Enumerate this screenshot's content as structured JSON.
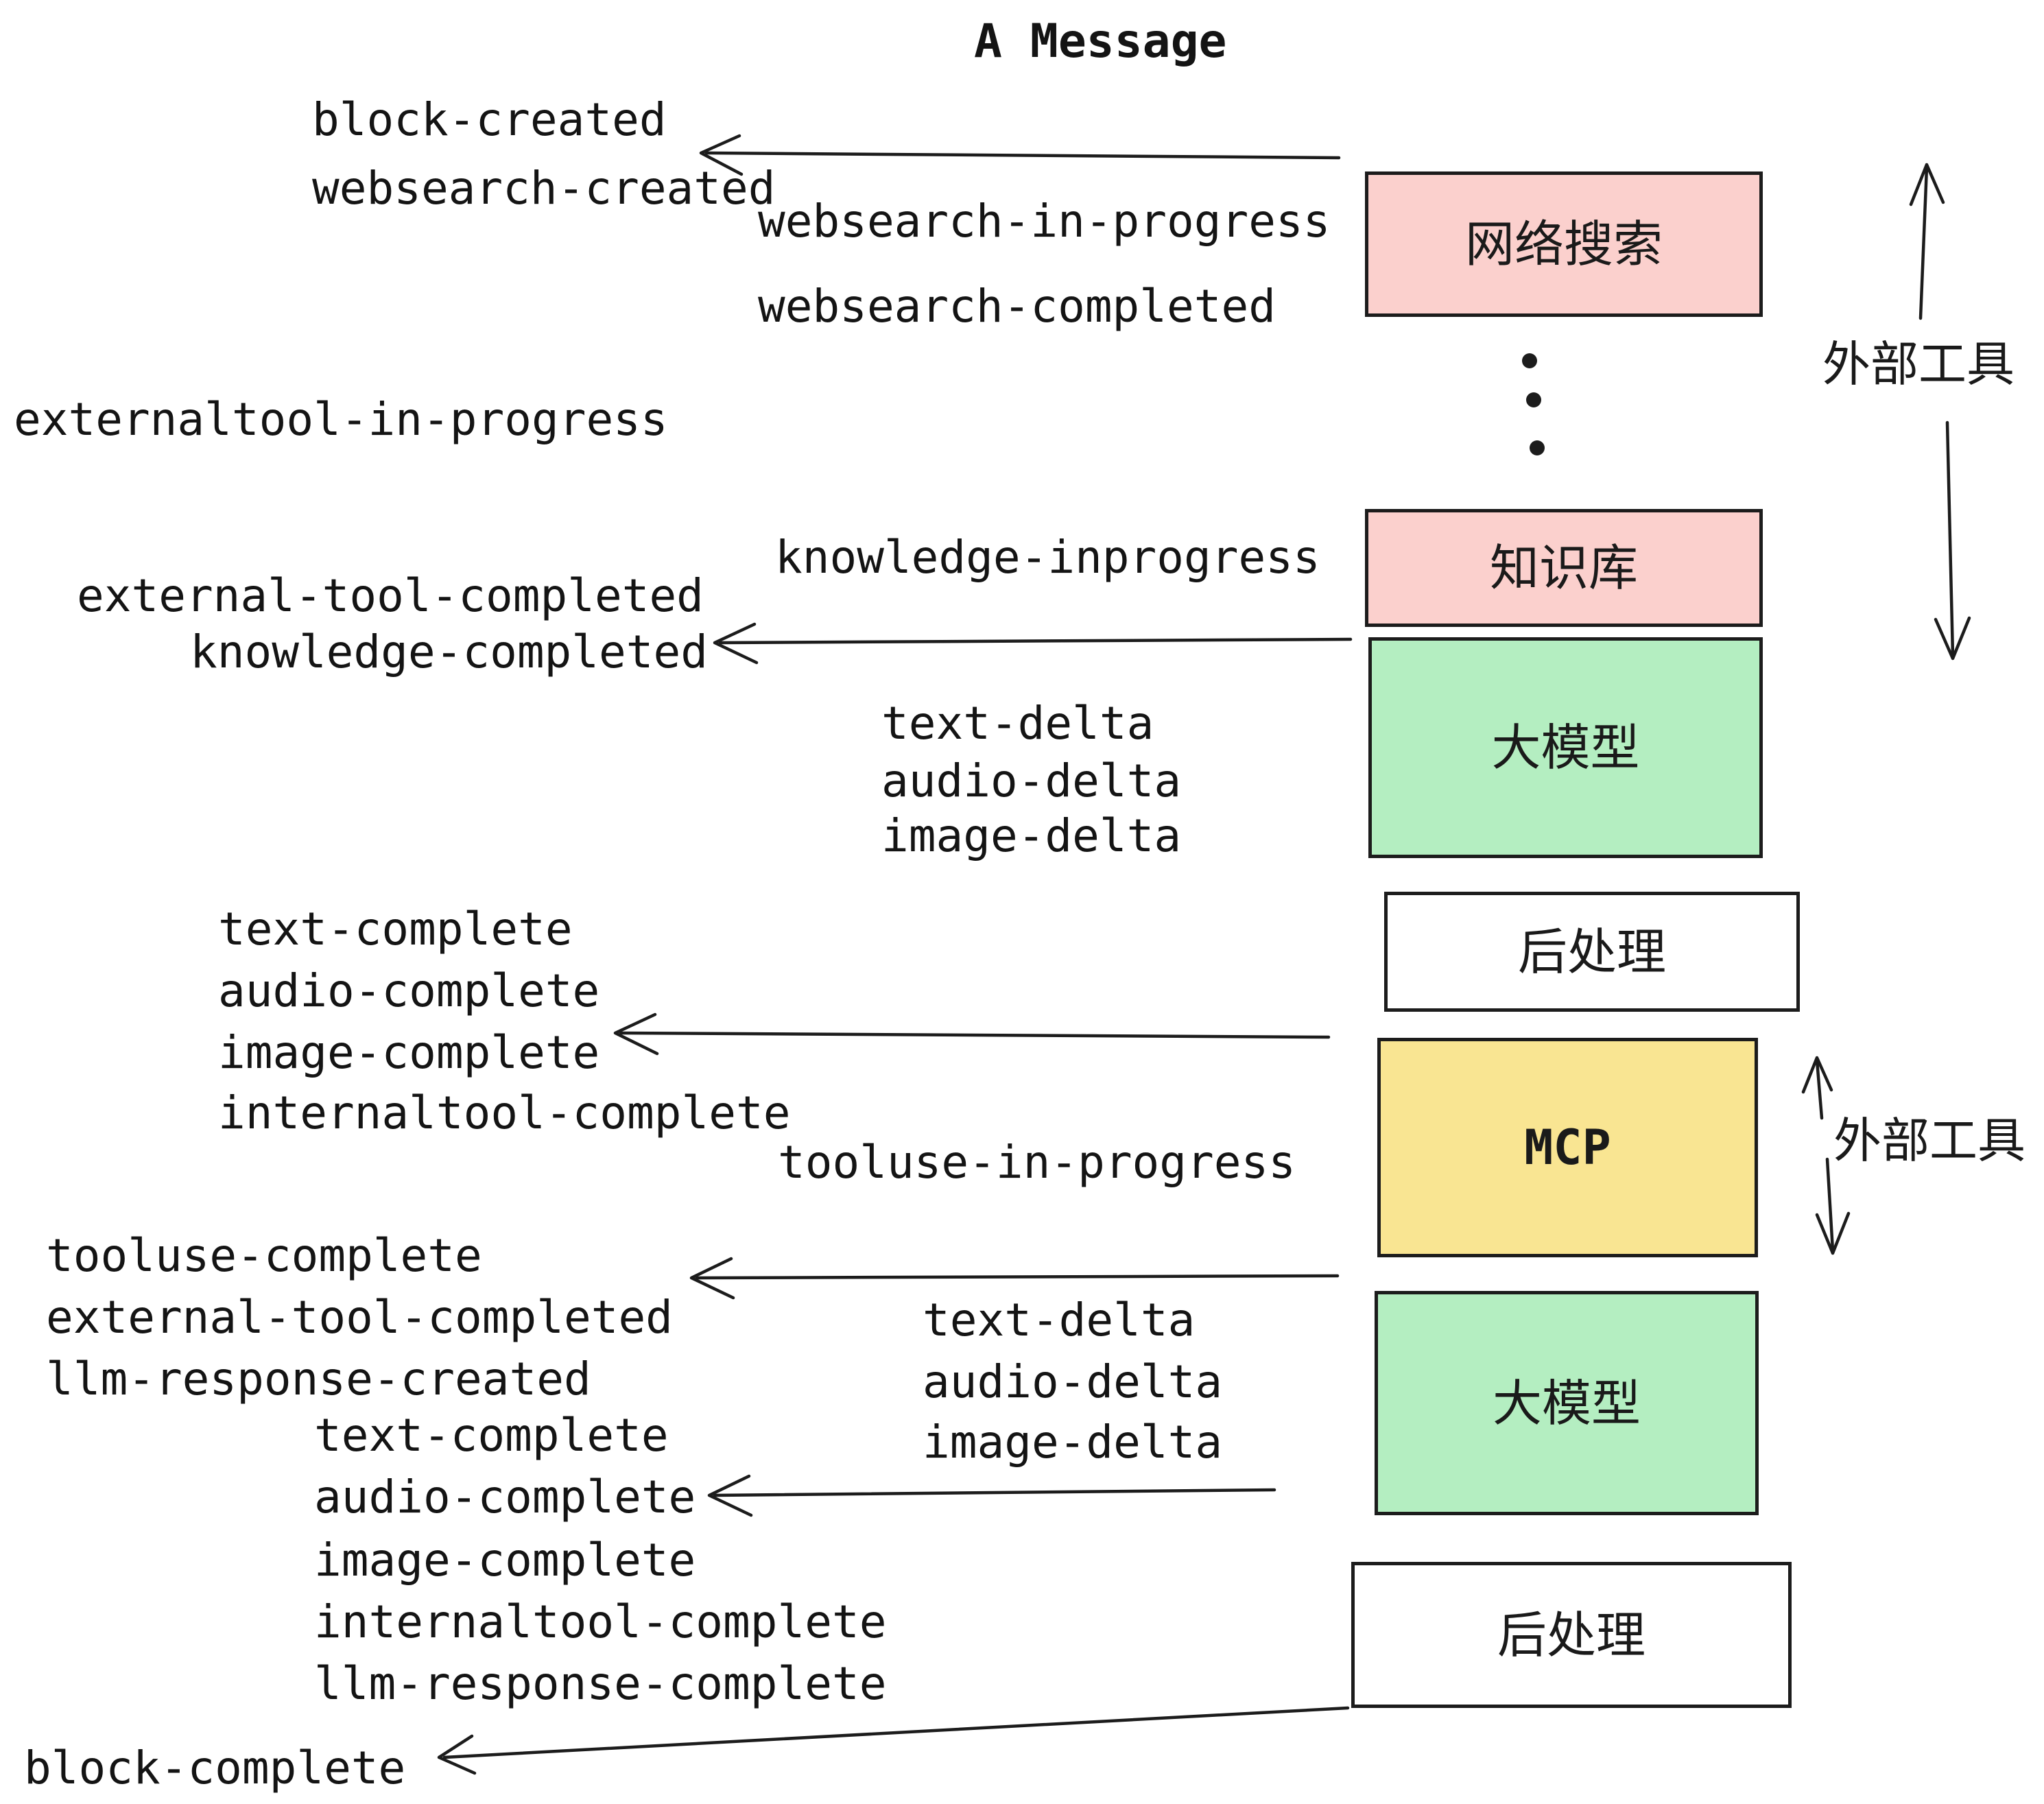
{
  "diagram": {
    "title": "A Message",
    "event_labels": [
      {
        "id": "block-created",
        "text": "block-created"
      },
      {
        "id": "websearch-created",
        "text": "websearch-created"
      },
      {
        "id": "websearch-in-progress",
        "text": "websearch-in-progress"
      },
      {
        "id": "websearch-completed",
        "text": "websearch-completed"
      },
      {
        "id": "externaltool-in-progress",
        "text": "externaltool-in-progress"
      },
      {
        "id": "knowledge-inprogress",
        "text": "knowledge-inprogress"
      },
      {
        "id": "external-tool-completed-1",
        "text": "external-tool-completed"
      },
      {
        "id": "knowledge-completed",
        "text": "knowledge-completed"
      },
      {
        "id": "text-delta-1",
        "text": "text-delta"
      },
      {
        "id": "audio-delta-1",
        "text": "audio-delta"
      },
      {
        "id": "image-delta-1",
        "text": "image-delta"
      },
      {
        "id": "text-complete-1",
        "text": "text-complete"
      },
      {
        "id": "audio-complete-1",
        "text": "audio-complete"
      },
      {
        "id": "image-complete-1",
        "text": "image-complete"
      },
      {
        "id": "internaltool-complete-1",
        "text": "internaltool-complete"
      },
      {
        "id": "tooluse-in-progress",
        "text": "tooluse-in-progress"
      },
      {
        "id": "tooluse-complete",
        "text": "tooluse-complete"
      },
      {
        "id": "external-tool-completed-2",
        "text": "external-tool-completed"
      },
      {
        "id": "llm-response-created",
        "text": "llm-response-created"
      },
      {
        "id": "text-complete-2",
        "text": "text-complete"
      },
      {
        "id": "text-delta-2",
        "text": "text-delta"
      },
      {
        "id": "audio-delta-2",
        "text": "audio-delta"
      },
      {
        "id": "image-delta-2",
        "text": "image-delta"
      },
      {
        "id": "audio-complete-2",
        "text": "audio-complete"
      },
      {
        "id": "image-complete-2",
        "text": "image-complete"
      },
      {
        "id": "internaltool-complete-2",
        "text": "internaltool-complete"
      },
      {
        "id": "llm-response-complete",
        "text": "llm-response-complete"
      },
      {
        "id": "block-complete",
        "text": "block-complete"
      }
    ],
    "boxes": [
      {
        "id": "websearch",
        "label": "网络搜索",
        "color_key": "pink"
      },
      {
        "id": "knowledge",
        "label": "知识库",
        "color_key": "pink"
      },
      {
        "id": "llm-1",
        "label": "大模型",
        "color_key": "green"
      },
      {
        "id": "postprocess-1",
        "label": "后处理",
        "color_key": "white"
      },
      {
        "id": "mcp",
        "label": "MCP",
        "color_key": "yellow"
      },
      {
        "id": "llm-2",
        "label": "大模型",
        "color_key": "green"
      },
      {
        "id": "postprocess-2",
        "label": "后处理",
        "color_key": "white"
      }
    ],
    "side_annotations": [
      {
        "id": "external-tools-top",
        "text": "外部工具"
      },
      {
        "id": "external-tools-bottom",
        "text": "外部工具"
      }
    ],
    "colors": {
      "pink": "#fbd0cd",
      "green": "#b4eec1",
      "yellow": "#f9e592",
      "white": "#ffffff",
      "border": "#1c1c1c",
      "text": "#141414"
    },
    "ellipsis_dot_count": 3
  }
}
